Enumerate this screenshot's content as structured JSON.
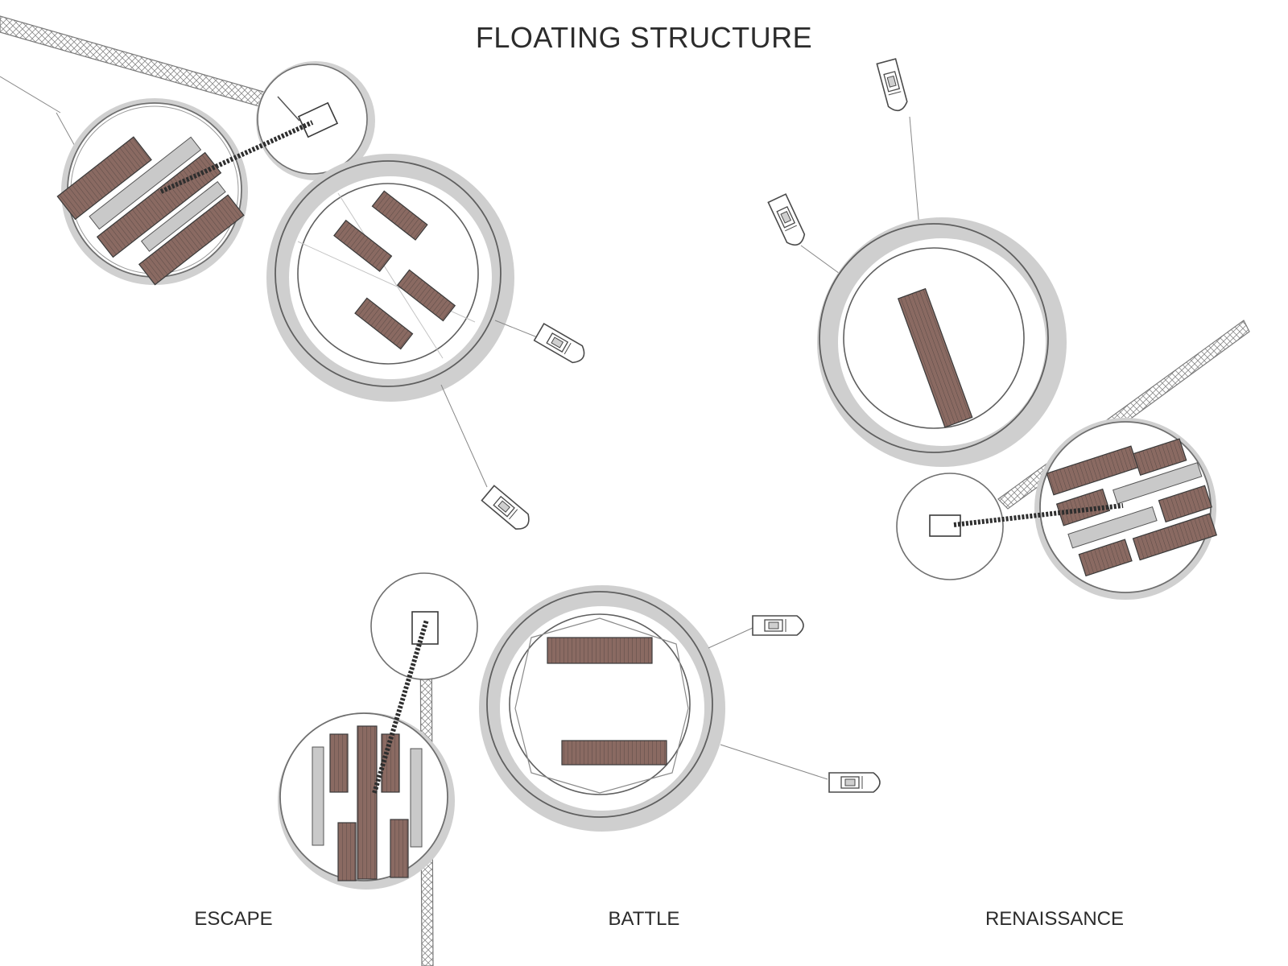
{
  "title": "FLOATING STRUCTURE",
  "captions": {
    "escape": "ESCAPE",
    "battle": "BATTLE",
    "renaissance": "RENAISSANCE"
  },
  "colors": {
    "line": "#6a6a6a",
    "ring": "#7a7a7a",
    "shadow": "#d0d0d0",
    "building": "#8a6a62",
    "building_dark": "#5a4a46",
    "panel": "#c9c9c9"
  }
}
